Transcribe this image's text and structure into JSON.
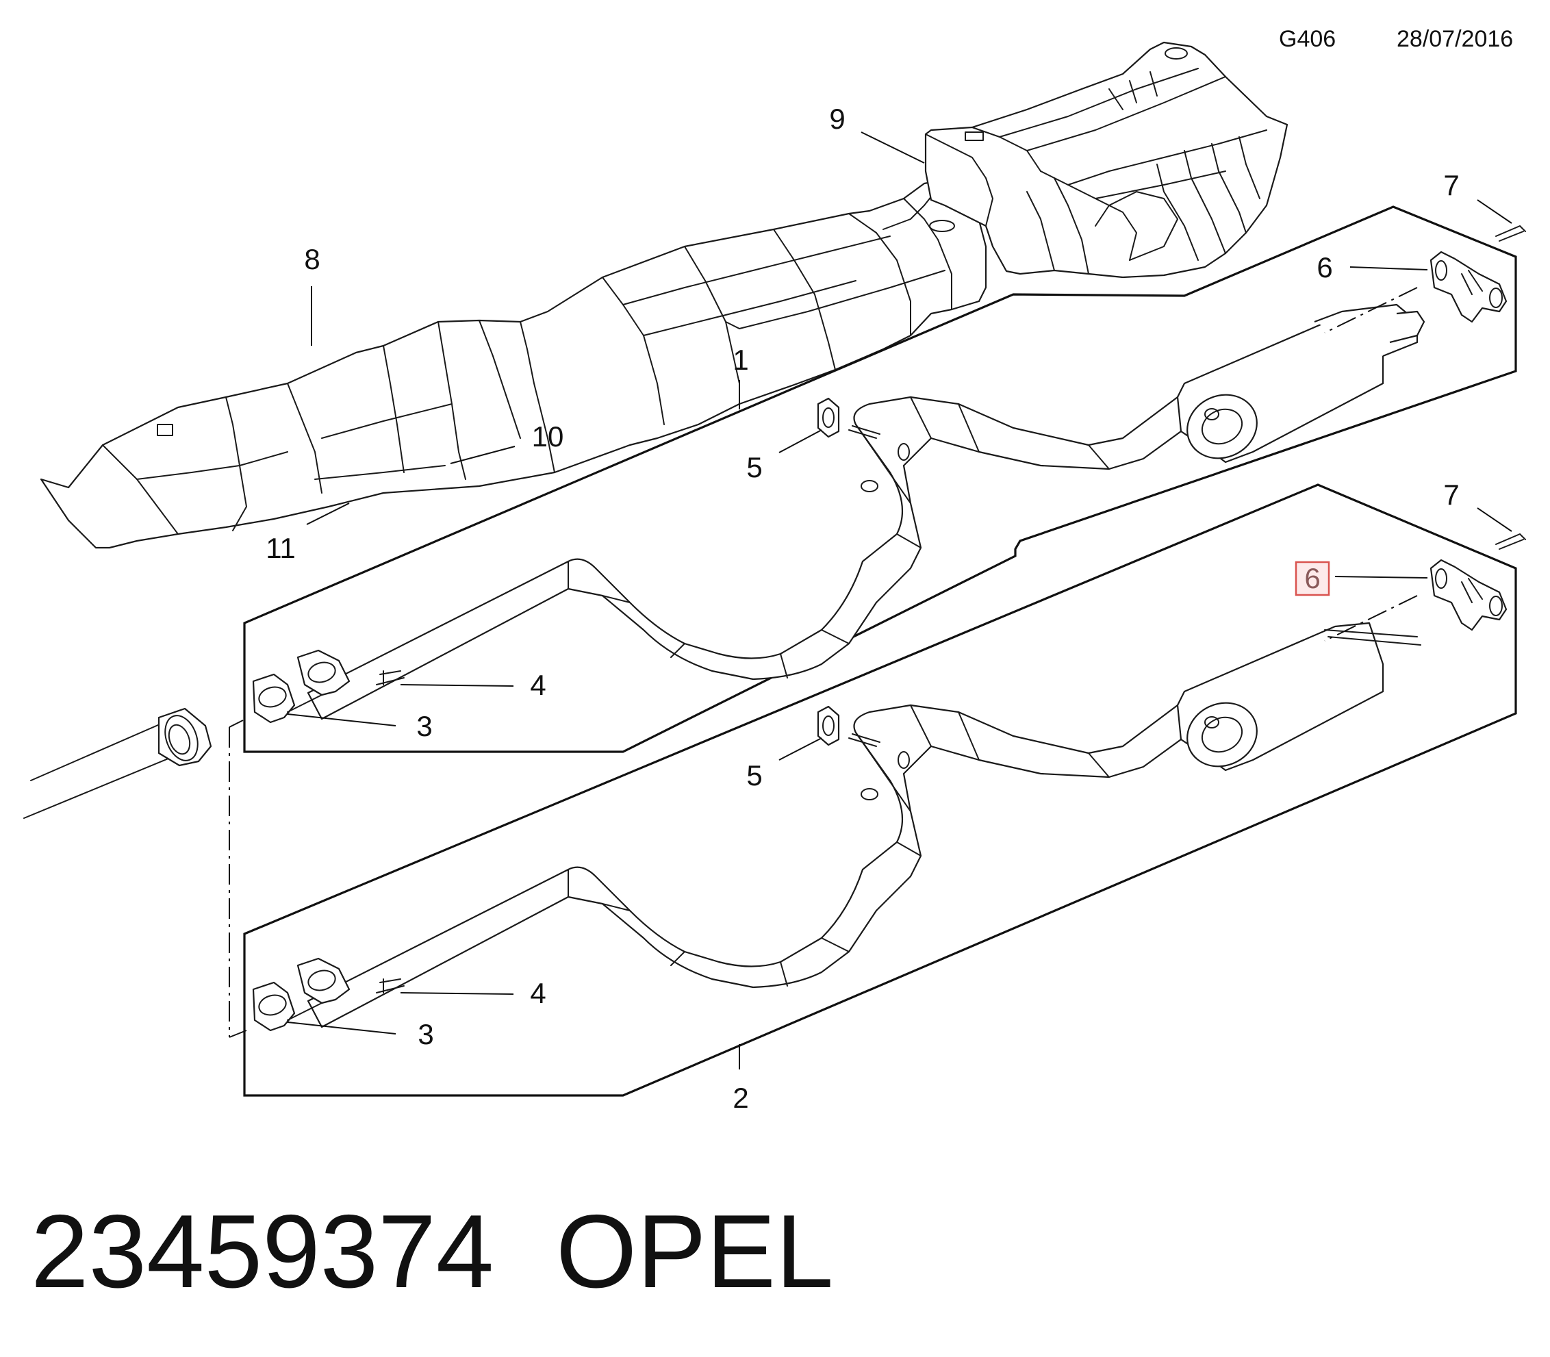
{
  "header": {
    "code": "G406",
    "date": "28/07/2016"
  },
  "footer": {
    "part_number": "23459374",
    "brand": "OPEL"
  },
  "callouts": {
    "c1": "1",
    "c2": "2",
    "c3a": "3",
    "c3b": "3",
    "c4a": "4",
    "c4b": "4",
    "c5a": "5",
    "c5b": "5",
    "c6a": "6",
    "c6b": "6",
    "c7a": "7",
    "c7b": "7",
    "c8": "8",
    "c9": "9",
    "c10": "10",
    "c11": "11"
  },
  "highlight": {
    "label": "6",
    "color": "#d9534f"
  }
}
